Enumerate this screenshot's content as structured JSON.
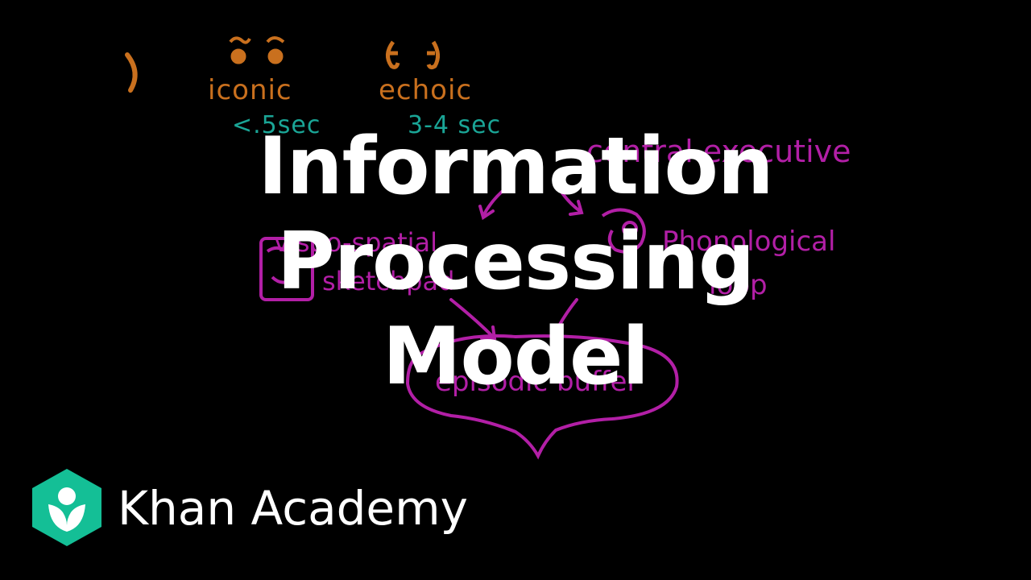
{
  "sketch": {
    "iconic_label": "iconic",
    "echoic_label": "echoic",
    "iconic_time": "<.5sec",
    "echoic_time": "3-4 sec",
    "central_executive": "central executive",
    "visuo_spatial": "visuo-spatial",
    "sketchpad": "sketchpad",
    "phonological": "Phonological",
    "loop": "loop",
    "episodic_buffer": "episodic buffer"
  },
  "title": {
    "line1": "Information",
    "line2": "Processing",
    "line3": "Model"
  },
  "brand": {
    "name": "Khan Academy",
    "logo_icon": "khan-academy-logo-icon",
    "logo_color": "#14bf96"
  },
  "colors": {
    "background": "#000000",
    "orange_ink": "#c9701e",
    "teal_ink": "#1aa596",
    "pink_ink": "#b21fa6"
  }
}
